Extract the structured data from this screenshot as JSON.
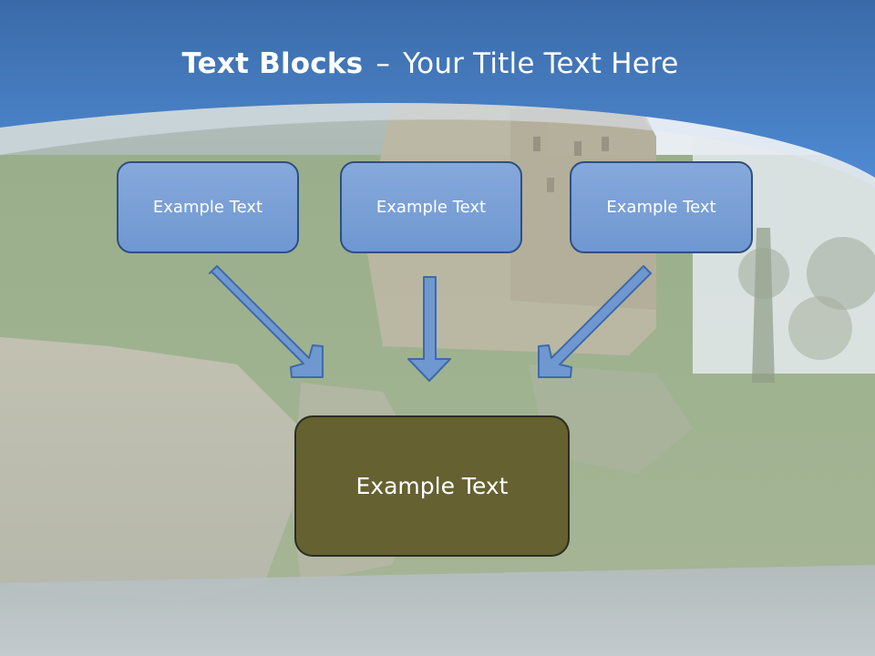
{
  "slide": {
    "title_bold": "Text Blocks",
    "title_dash": "–",
    "title_rest": "Your Title Text Here",
    "boxes": [
      {
        "label": "Example Text"
      },
      {
        "label": "Example Text"
      },
      {
        "label": "Example Text"
      }
    ],
    "main_box": {
      "label": "Example Text"
    }
  },
  "colors": {
    "header_blue": "#3f78c2",
    "box_fill": "#7aa0d8",
    "main_box_fill": "#656131",
    "arrow_fill": "#6d96cf"
  }
}
